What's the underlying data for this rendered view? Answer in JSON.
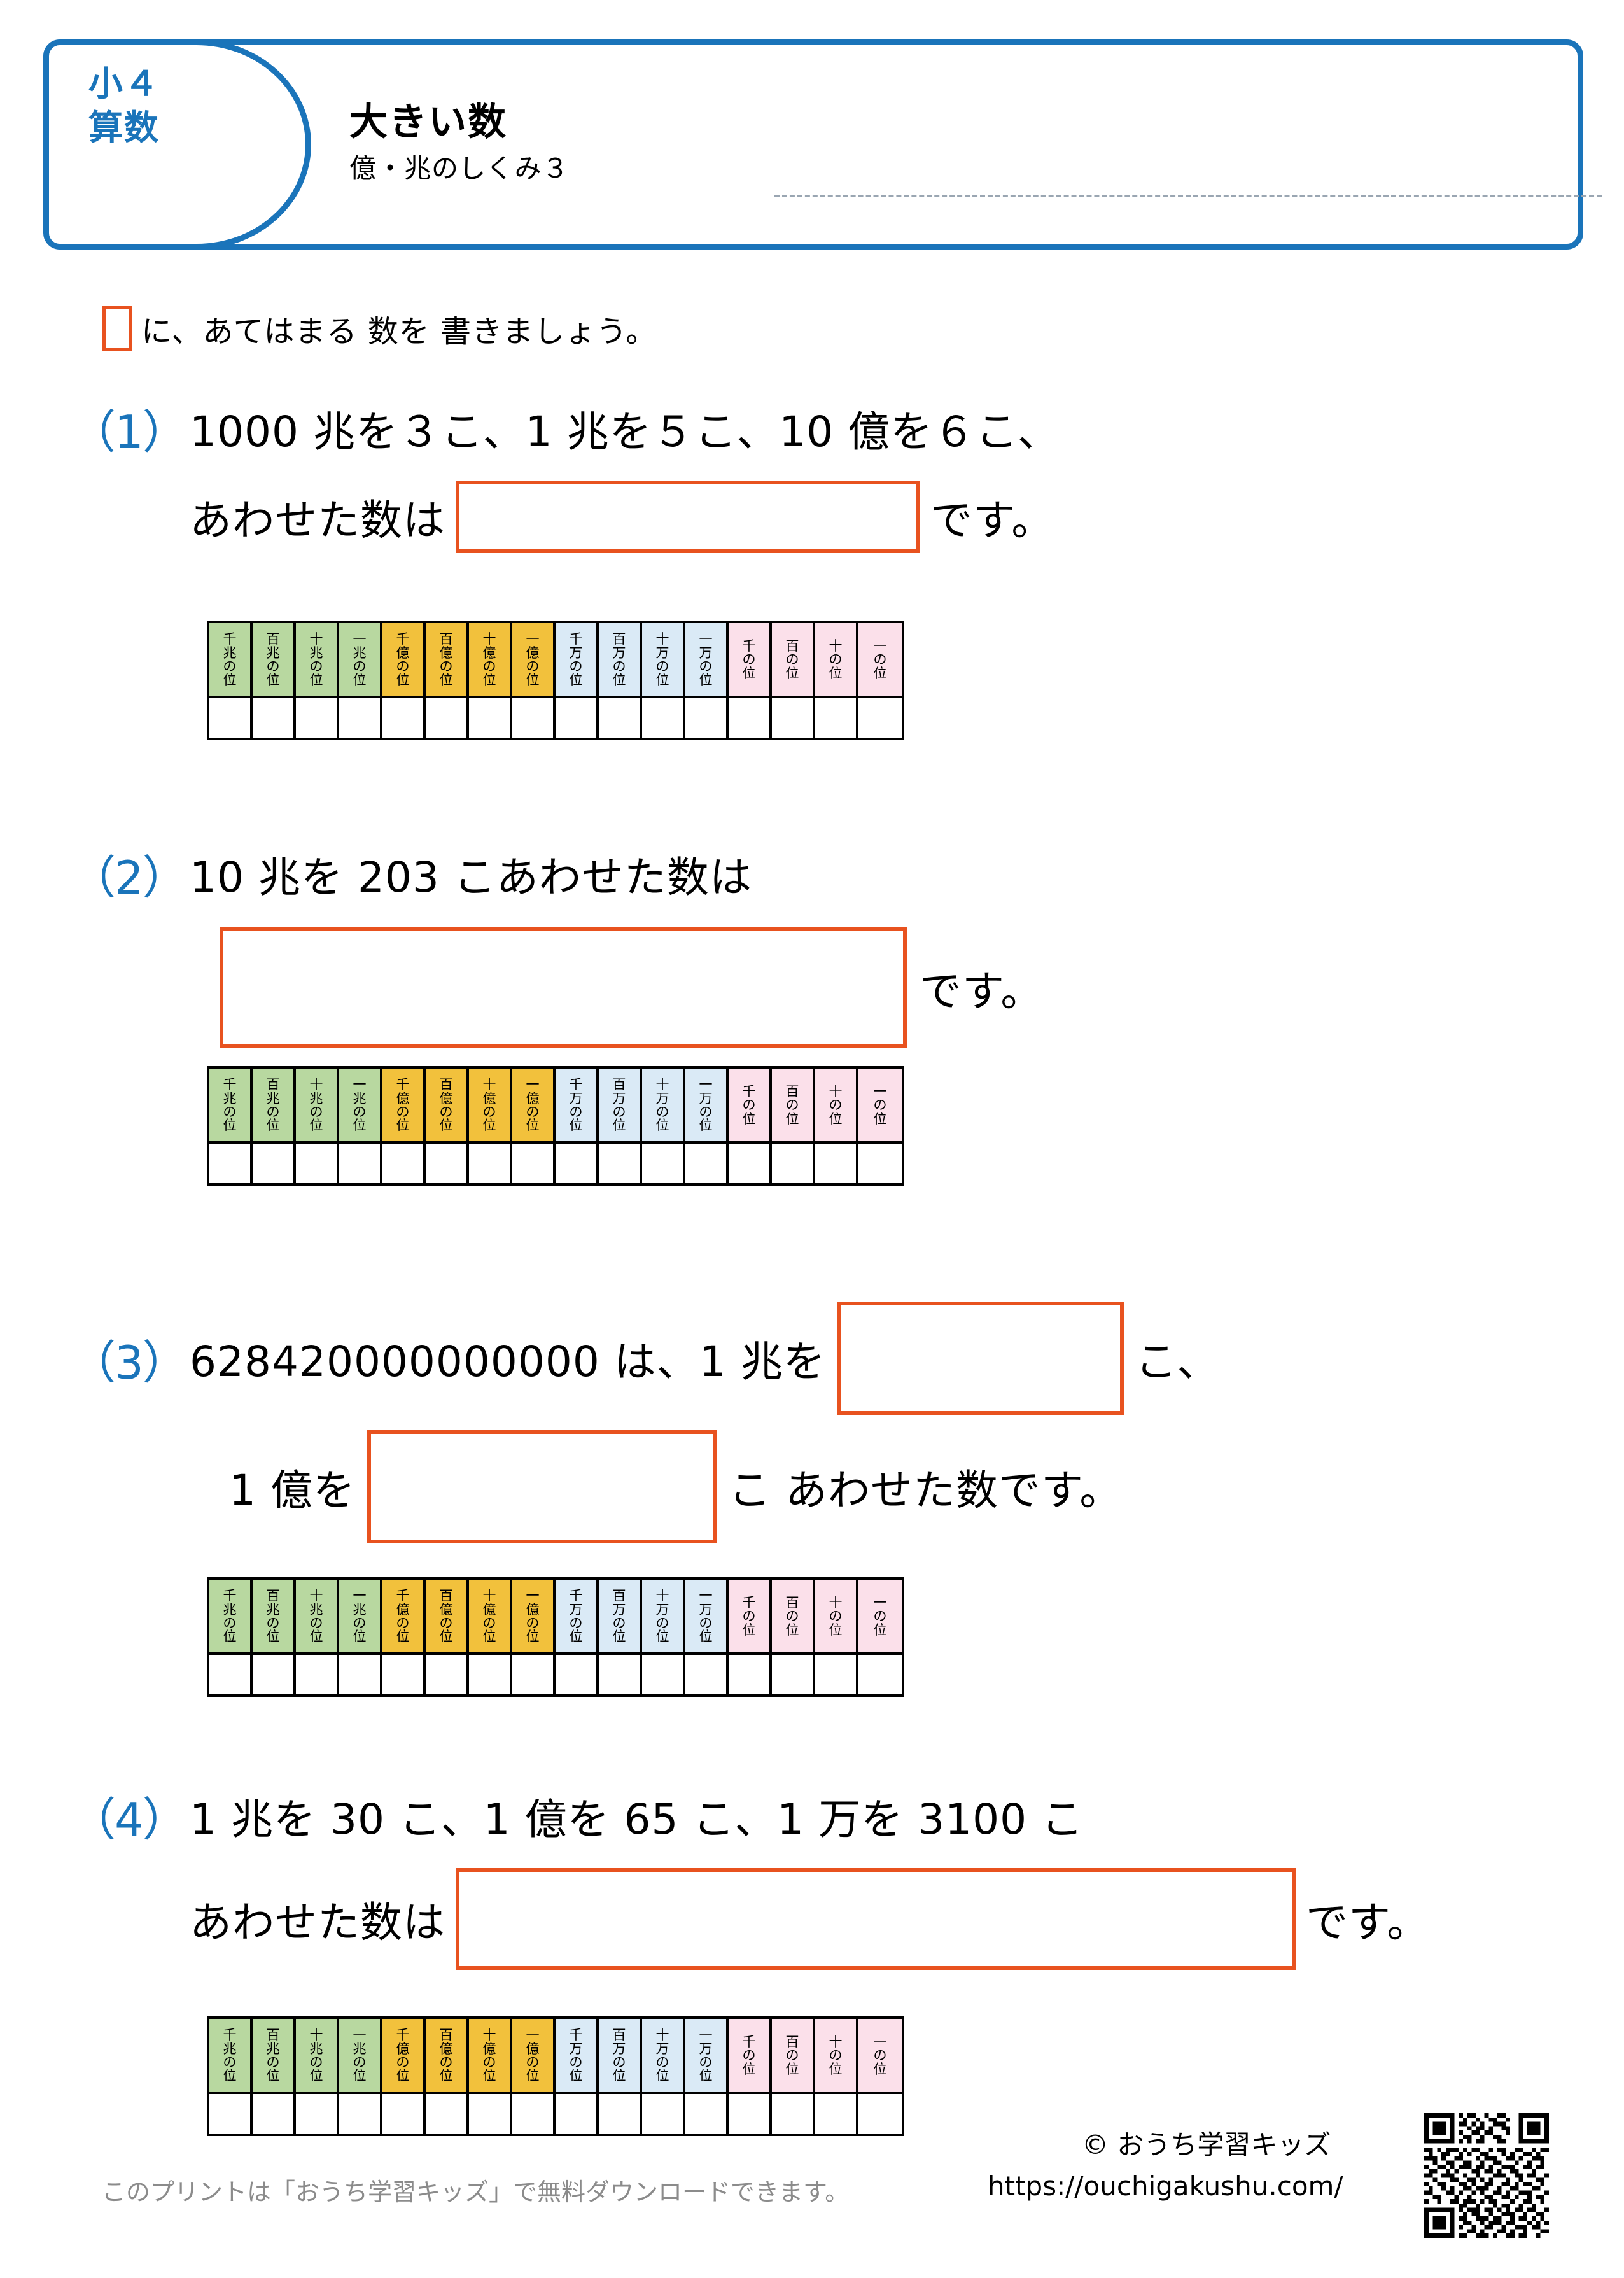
{
  "header": {
    "grade_line1": "小４",
    "grade_line2": "算数",
    "title": "大きい数",
    "subtitle": "億・兆のしくみ３"
  },
  "instruction": {
    "text": "に、あてはまる 数を 書きましょう。"
  },
  "questions": [
    {
      "number": "（1）",
      "line1": "1000 兆を３こ、1 兆を５こ、10 億を６こ、",
      "line2_before": "あわせた数は",
      "line2_after": "です。",
      "answer_value": ""
    },
    {
      "number": "（2）",
      "line1": "10 兆を 203 こあわせた数は",
      "line2_after": "です。",
      "answer_value": ""
    },
    {
      "number": "（3）",
      "line1_before": "628420000000000 は、1 兆を",
      "line1_after": "こ、",
      "line2_before": "1 億を",
      "line2_after": "こ あわせた数です。",
      "answer_value_1": "",
      "answer_value_2": ""
    },
    {
      "number": "（4）",
      "line1": "1 兆を 30 こ、1 億を 65 こ、1 万を 3100 こ",
      "line2_before": "あわせた数は",
      "line2_after": "です。",
      "answer_value": ""
    }
  ],
  "place_value_table": {
    "columns": [
      {
        "chars": [
          "千",
          "兆",
          "の",
          "位"
        ],
        "group": "cho",
        "color": "#b8d8a0"
      },
      {
        "chars": [
          "百",
          "兆",
          "の",
          "位"
        ],
        "group": "cho",
        "color": "#b8d8a0"
      },
      {
        "chars": [
          "十",
          "兆",
          "の",
          "位"
        ],
        "group": "cho",
        "color": "#b8d8a0"
      },
      {
        "chars": [
          "一",
          "兆",
          "の",
          "位"
        ],
        "group": "cho",
        "color": "#b8d8a0"
      },
      {
        "chars": [
          "千",
          "億",
          "の",
          "位"
        ],
        "group": "oku",
        "color": "#f2c13c"
      },
      {
        "chars": [
          "百",
          "億",
          "の",
          "位"
        ],
        "group": "oku",
        "color": "#f2c13c"
      },
      {
        "chars": [
          "十",
          "億",
          "の",
          "位"
        ],
        "group": "oku",
        "color": "#f2c13c"
      },
      {
        "chars": [
          "一",
          "億",
          "の",
          "位"
        ],
        "group": "oku",
        "color": "#f2c13c"
      },
      {
        "chars": [
          "千",
          "万",
          "の",
          "位"
        ],
        "group": "man",
        "color": "#daeaf6"
      },
      {
        "chars": [
          "百",
          "万",
          "の",
          "位"
        ],
        "group": "man",
        "color": "#daeaf6"
      },
      {
        "chars": [
          "十",
          "万",
          "の",
          "位"
        ],
        "group": "man",
        "color": "#daeaf6"
      },
      {
        "chars": [
          "一",
          "万",
          "の",
          "位"
        ],
        "group": "man",
        "color": "#daeaf6"
      },
      {
        "chars": [
          "千",
          "の",
          "位"
        ],
        "group": "ichi",
        "color": "#fbe0ea"
      },
      {
        "chars": [
          "百",
          "の",
          "位"
        ],
        "group": "ichi",
        "color": "#fbe0ea"
      },
      {
        "chars": [
          "十",
          "の",
          "位"
        ],
        "group": "ichi",
        "color": "#fbe0ea"
      },
      {
        "chars": [
          "一",
          "の",
          "位"
        ],
        "group": "ichi",
        "color": "#fbe0ea"
      }
    ],
    "answer_row": [
      "",
      "",
      "",
      "",
      "",
      "",
      "",
      "",
      "",
      "",
      "",
      "",
      "",
      "",
      "",
      ""
    ]
  },
  "footer": {
    "note": "このプリントは「おうち学習キッズ」で無料ダウンロードできます。",
    "copyright": "© おうち学習キッズ",
    "url": "https://ouchigakushu.com/"
  },
  "colors": {
    "accent_blue": "#1a74ba",
    "accent_orange": "#e8521f",
    "footer_gray": "#8b8b8b"
  }
}
